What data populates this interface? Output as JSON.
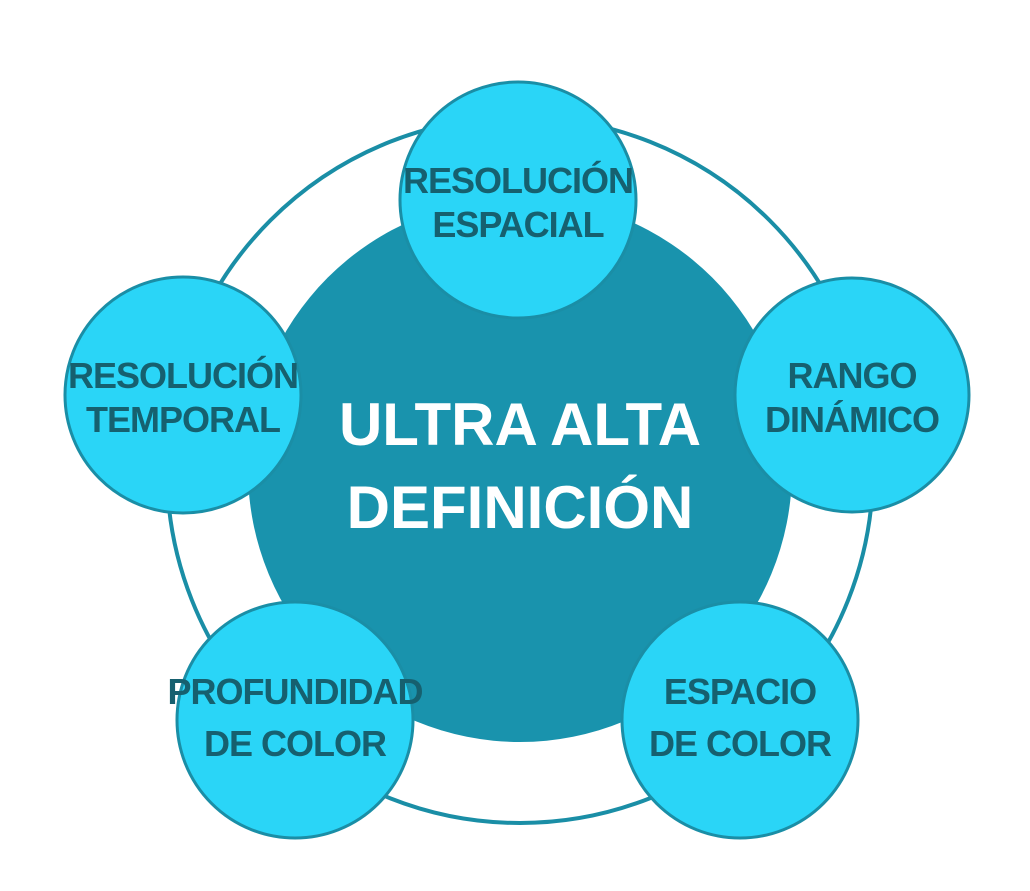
{
  "diagram": {
    "center": {
      "lines": [
        "ULTRA ALTA",
        "DEFINICIÓN"
      ],
      "color": "#1993ad",
      "text_color": "#ffffff"
    },
    "ring_color": "#1a8ea6",
    "node_fill": "#2ad5f7",
    "node_stroke": "#1a8ea6",
    "node_text_color": "#16606f",
    "nodes": [
      {
        "id": "resolucion-espacial",
        "lines": [
          "RESOLUCIÓN",
          "ESPACIAL"
        ]
      },
      {
        "id": "rango-dinamico",
        "lines": [
          "RANGO",
          "DINÁMICO"
        ]
      },
      {
        "id": "espacio-de-color",
        "lines": [
          "ESPACIO",
          "DE COLOR"
        ]
      },
      {
        "id": "profundidad-de-color",
        "lines": [
          "PROFUNDIDAD",
          "DE COLOR"
        ]
      },
      {
        "id": "resolucion-temporal",
        "lines": [
          "RESOLUCIÓN",
          "TEMPORAL"
        ]
      }
    ]
  }
}
